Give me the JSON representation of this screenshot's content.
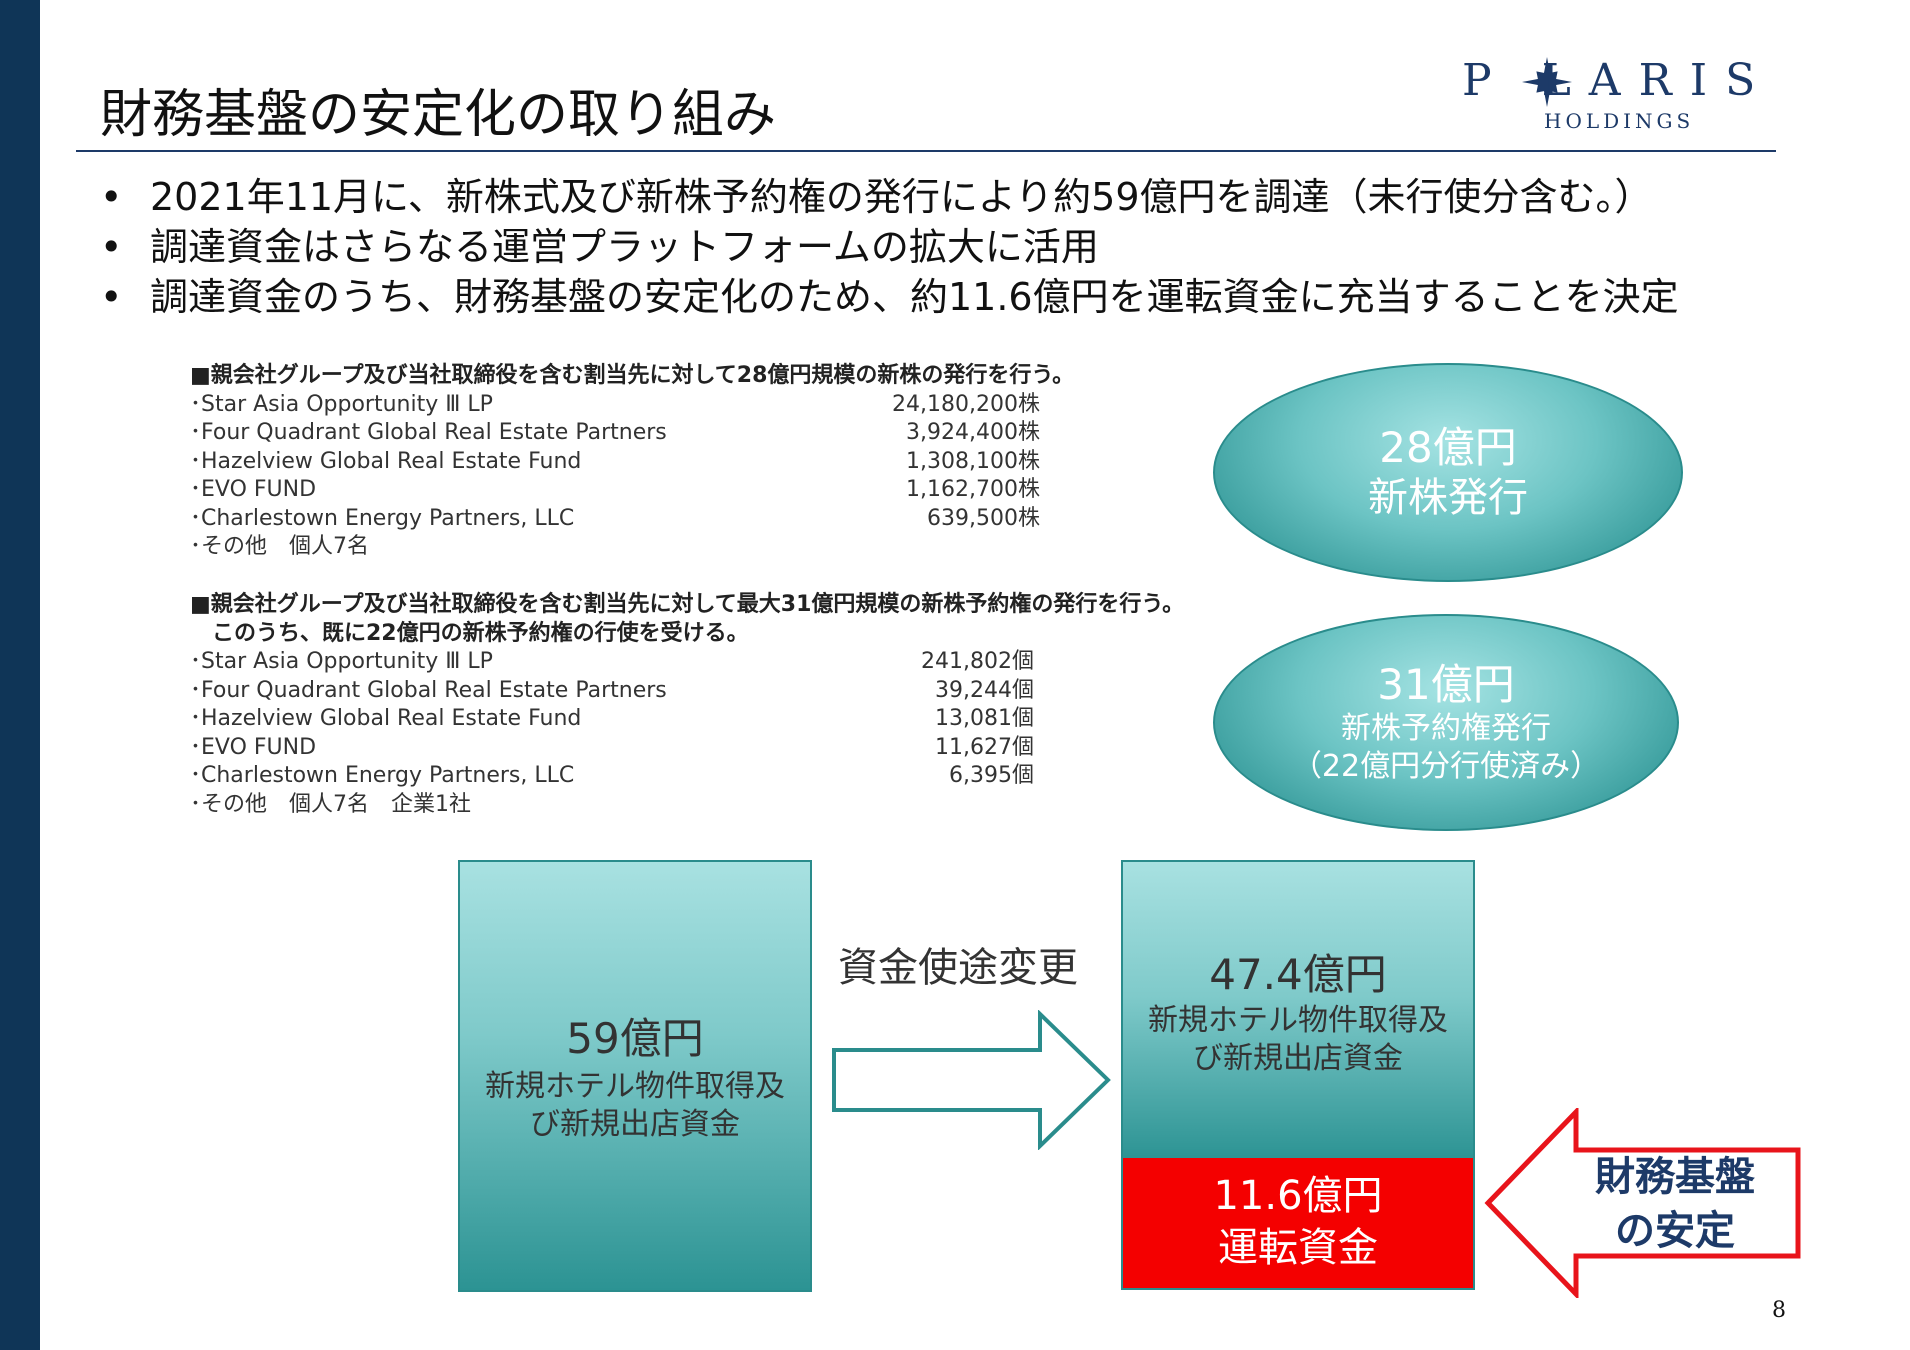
{
  "slide": {
    "title": "財務基盤の安定化の取り組み",
    "page_number": "8"
  },
  "logo": {
    "main": "P  LARIS",
    "sub": "HOLDINGS",
    "star_icon": "compass-star-icon"
  },
  "bullets": [
    "2021年11月に、新株式及び新株予約権の発行により約59億円を調達（未行使分含む。）",
    "調達資金はさらなる運営プラットフォームの拡大に活用",
    "調達資金のうち、財務基盤の安定化のため、約11.6億円を運転資金に充当することを決定"
  ],
  "bullet_symbol": "•",
  "shares": {
    "header": "■親会社グループ及び当社取締役を含む割当先に対して28億円規模の新株の発行を行う。",
    "rows": [
      {
        "name": "･Star Asia Opportunity Ⅲ LP",
        "value": "24,180,200株"
      },
      {
        "name": "･Four Quadrant Global Real Estate Partners",
        "value": "3,924,400株"
      },
      {
        "name": "･Hazelview Global Real Estate Fund",
        "value": "1,308,100株"
      },
      {
        "name": "･EVO FUND",
        "value": "1,162,700株"
      },
      {
        "name": "･Charlestown Energy Partners, LLC",
        "value": "639,500株"
      },
      {
        "name": "･その他　個人7名",
        "value": ""
      }
    ]
  },
  "warrants": {
    "header": "■親会社グループ及び当社取締役を含む割当先に対して最大31億円規模の新株予約権の発行を行う。",
    "subheader": "　このうち、既に22億円の新株予約権の行使を受ける。",
    "rows": [
      {
        "name": "･Star Asia Opportunity Ⅲ LP",
        "value": "241,802個"
      },
      {
        "name": "･Four Quadrant Global Real Estate Partners",
        "value": "39,244個"
      },
      {
        "name": "･Hazelview Global Real Estate Fund",
        "value": "13,081個"
      },
      {
        "name": "･EVO FUND",
        "value": "11,627個"
      },
      {
        "name": "･Charlestown Energy Partners, LLC",
        "value": "6,395個"
      },
      {
        "name": "･その他　個人7名　企業1社",
        "value": ""
      }
    ]
  },
  "ellipse_shares": {
    "amount": "28億円",
    "label": "新株発行"
  },
  "ellipse_warrants": {
    "amount": "31億円",
    "label": "新株予約権発行",
    "note": "（22億円分行使済み）"
  },
  "box_before": {
    "amount": "59億円",
    "desc_line1": "新規ホテル物件取得及",
    "desc_line2": "び新規出店資金"
  },
  "change_label": "資金使途変更",
  "box_after": {
    "amount": "47.4億円",
    "desc_line1": "新規ホテル物件取得及",
    "desc_line2": "び新規出店資金"
  },
  "box_working": {
    "amount": "11.6億円",
    "label": "運転資金"
  },
  "stabilization": {
    "line1": "財務基盤",
    "line2": "の安定"
  },
  "colors": {
    "sidebar": "#0f3557",
    "navy": "#1d3a68",
    "teal_border": "#2a8c8c",
    "red": "#f40000"
  }
}
